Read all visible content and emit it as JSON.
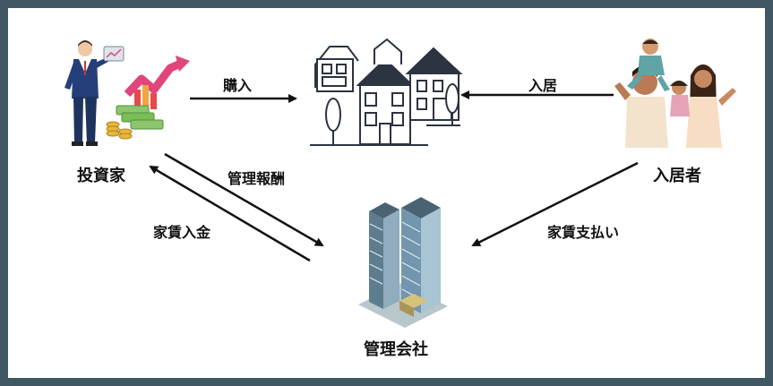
{
  "nodes": {
    "investor": {
      "label": "投資家",
      "icon": "investor-chart-icon"
    },
    "property": {
      "label": "",
      "icon": "houses-icon"
    },
    "tenant": {
      "label": "入居者",
      "icon": "family-icon"
    },
    "management": {
      "label": "管理会社",
      "icon": "office-buildings-icon"
    }
  },
  "edges": {
    "purchase": "購入",
    "move_in": "入居",
    "management_fee": "管理報酬",
    "rent_deposit": "家賃入金",
    "rent_payment": "家賃支払い"
  },
  "colors": {
    "border": "#3f5863",
    "arrow": "#111111",
    "text": "#111111"
  }
}
